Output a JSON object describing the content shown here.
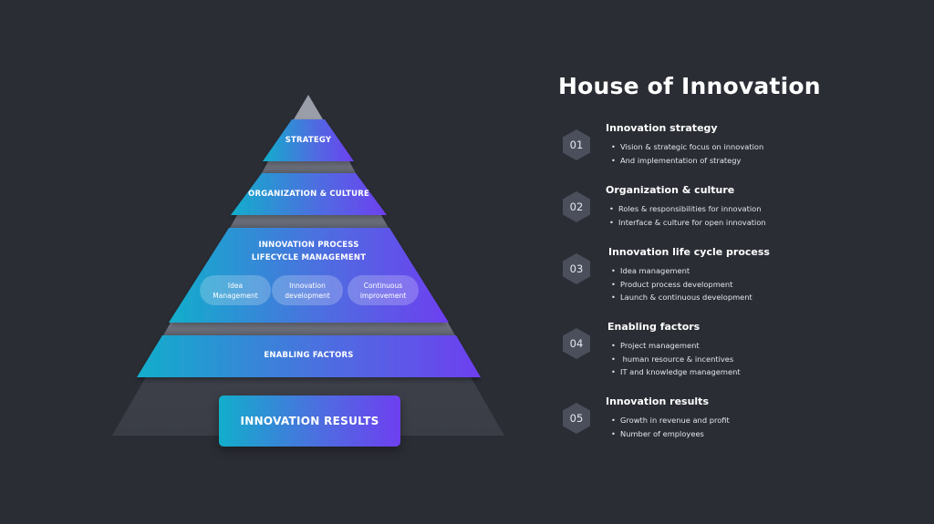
{
  "title": "House of Innovation",
  "pyramid": {
    "tiers": [
      {
        "label": "STRATEGY"
      },
      {
        "label": "ORGANIZATION & CULTURE"
      },
      {
        "label_line1": "INNOVATION PROCESS",
        "label_line2": "LIFECYCLE MANAGEMENT",
        "pills": [
          "Idea\nManagement",
          "Innovation\ndevelopment",
          "Continuous\nimprovement"
        ]
      },
      {
        "label": "ENABLING FACTORS"
      }
    ],
    "results": "INNOVATION RESULTS"
  },
  "items": [
    {
      "num": "01",
      "title": "Innovation strategy",
      "bullets": [
        "Vision & strategic focus on innovation",
        "And implementation of strategy"
      ]
    },
    {
      "num": "02",
      "title": "Organization & culture",
      "bullets": [
        "Roles & responsibilities for innovation",
        "Interface & culture for open innovation"
      ]
    },
    {
      "num": "03",
      "title": "Innovation life cycle process",
      "bullets": [
        "Idea management",
        "Product process development",
        "Launch & continuous development"
      ]
    },
    {
      "num": "04",
      "title": "Enabling factors",
      "bullets": [
        "Project management",
        " human resource & incentives",
        "IT and knowledge management"
      ]
    },
    {
      "num": "05",
      "title": "Innovation results",
      "bullets": [
        "Growth in revenue and profit",
        "Number of employees"
      ]
    }
  ],
  "colors": {
    "background": "#2b2d35",
    "gradient_start": "#12aecb",
    "gradient_mid": "#4d6ee0",
    "gradient_end": "#6e3ff0",
    "hex_fill": "#4b4f5c",
    "grey_layer": "#6f7380"
  }
}
